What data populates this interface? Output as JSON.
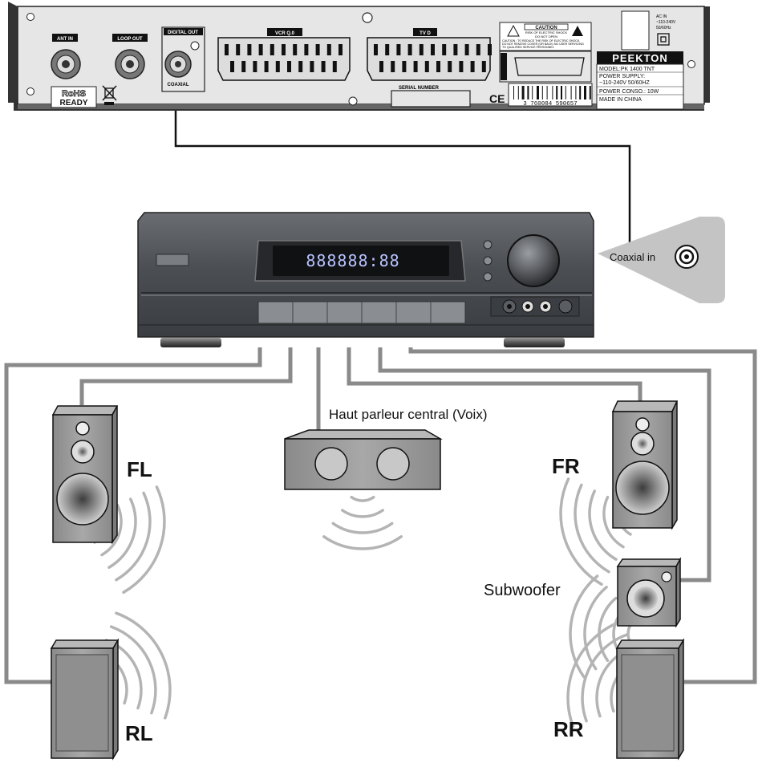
{
  "stb": {
    "ant_in": "ANT IN",
    "loop_out": "LOOP OUT",
    "digital_out": "DIGITAL OUT",
    "coaxial": "COAXIAL",
    "vcr": "VCR Q.0",
    "tv": "TV D",
    "serial_number": "SERIAL NUMBER",
    "rohs_line1": "RoHS",
    "rohs_line2": "READY",
    "ce": "CE",
    "caution_title": "CAUTION",
    "caution_sub1": "RISK OF ELECTRIC SHOCK",
    "caution_sub2": "DO NOT OPEN",
    "caution_note1": "CAUTION : TO REDUCE THE RISK OF ELECTRIC SHOCK,",
    "caution_note2": "DO NOT REMOVE COVER (OR BACK) NO USER SERVICING",
    "caution_note3": "TO QUALIFIED SERVICE PERSONNEL",
    "ac_in_1": "AC IN",
    "ac_in_2": "~110-240V",
    "ac_in_3": "50/60Hz",
    "barcode_number": "3 760084 590657",
    "brand": "peekton",
    "model": "MODEL:PK 1400 TNT",
    "power_supply": "POWER SUPPLY:",
    "power_value": "~110-240V  50/60HZ",
    "power_conso": "POWER CONSO.: 10W",
    "made_in": "MADE IN CHINA"
  },
  "amp": {
    "display_text": "888888:88"
  },
  "labels": {
    "coaxial_in": "Coaxial in",
    "center_speaker": "Haut parleur central (Voix)",
    "subwoofer": "Subwoofer",
    "fl": "FL",
    "fr": "FR",
    "rl": "RL",
    "rr": "RR"
  },
  "colors": {
    "cable": "#8a8a8a",
    "device_dark": "#4a4d52",
    "panel": "#e6e6e6",
    "callout": "#c4c4c4"
  }
}
